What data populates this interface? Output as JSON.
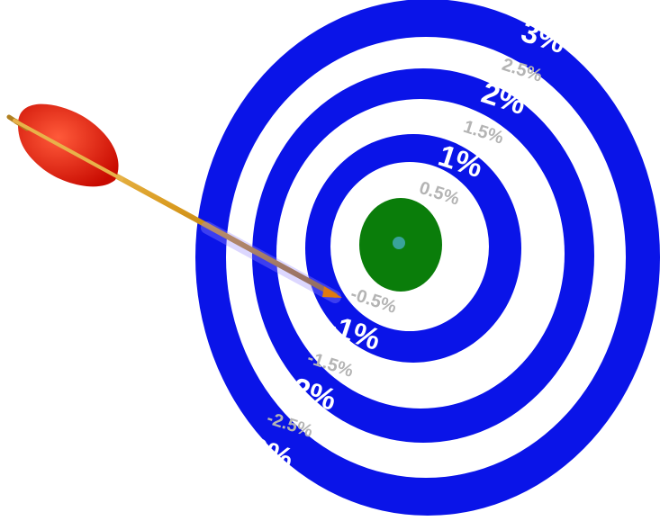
{
  "colors": {
    "ring_blue": "#0a14e8",
    "ring_white": "#ffffff",
    "bullseye": "#0a7d0a",
    "center_dot": "#39a39a",
    "main_label": "#ffffff",
    "half_label": "#b4b4b4",
    "fletching": "#e8120a",
    "shaft": "#d99a1e"
  },
  "labels": {
    "pos": {
      "p3": "3%",
      "p2_5": "2.5%",
      "p2": "2%",
      "p1_5": "1.5%",
      "p1": "1%",
      "p0_5": "0.5%"
    },
    "neg": {
      "n0_5": "-0.5%",
      "n1": "-1%",
      "n1_5": "-1.5%",
      "n2": "-2%",
      "n2_5": "-2.5%",
      "n3": "-3%"
    }
  },
  "icons": {
    "arrow": "arrow-icon",
    "target": "target-icon"
  }
}
